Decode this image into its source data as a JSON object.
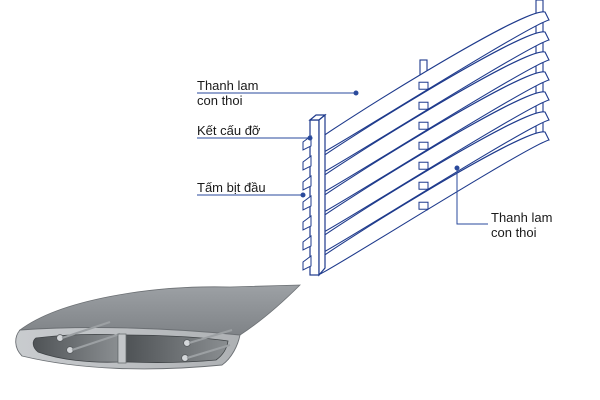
{
  "callouts": {
    "louver_blade_top": {
      "line1": "Thanh lam",
      "line2": "con thoi"
    },
    "support_structure": {
      "text": "Kết cấu đỡ"
    },
    "end_cap_plate": {
      "text": "Tấm bịt đầu"
    },
    "louver_blade_right": {
      "line1": "Thanh lam",
      "line2": "con thoi"
    }
  },
  "colors": {
    "outline": "#1e3a8c",
    "blade_face": "#ffffff",
    "leader_line": "#2a4a9c",
    "profile_top": "#8e9296",
    "profile_face": "#b9bcbf",
    "profile_inner": "#5f6366"
  },
  "icons": {
    "louver_assembly": "louver-blade-assembly-drawing",
    "profile_section": "aluminum-louver-profile-3d"
  }
}
